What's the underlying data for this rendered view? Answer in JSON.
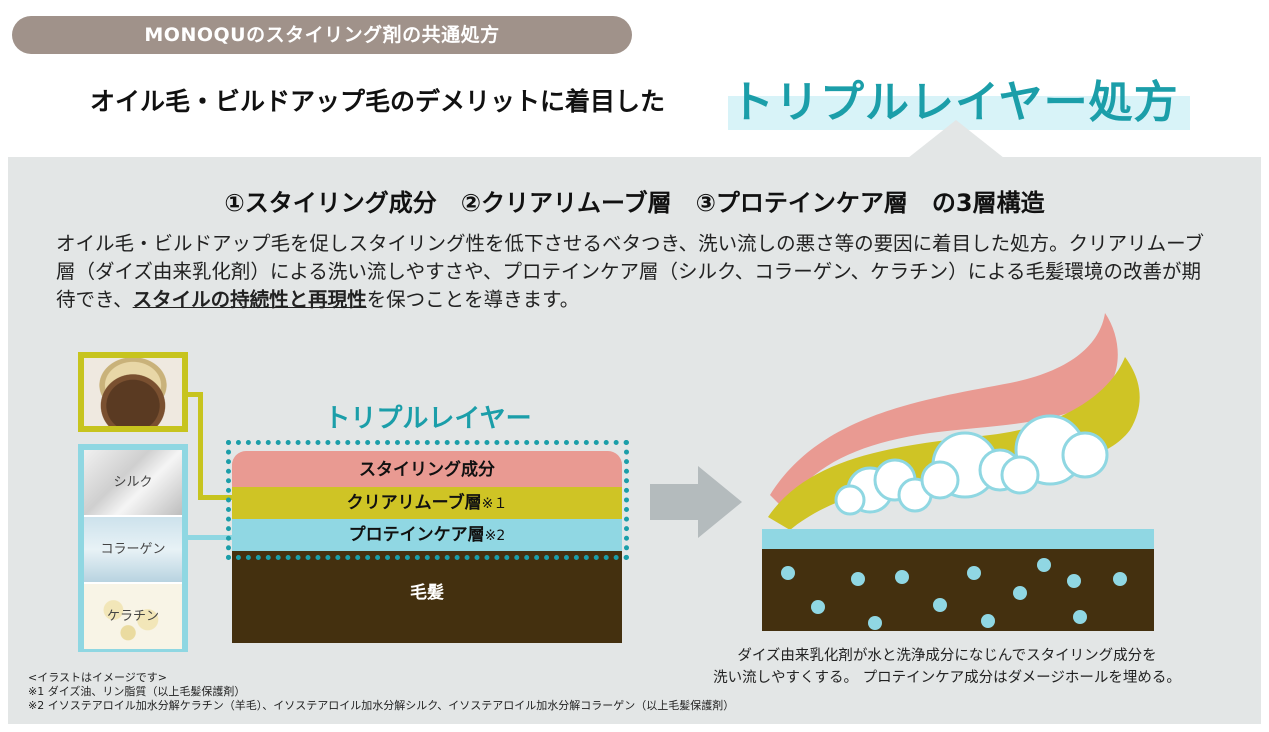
{
  "header": {
    "pill_title": "MONOQUのスタイリング剤の共通処方",
    "headline_prefix": "オイル毛・ビルドアップ毛のデメリットに着目した",
    "headline_highlight": "トリプルレイヤー処方"
  },
  "intro": {
    "layers_heading": "①スタイリング成分　②クリアリムーブ層　③プロテインケア層　の3層構造",
    "description_part1": "オイル毛・ビルドアップ毛を促しスタイリング性を低下させるベタつき、洗い流しの悪さ等の要因に着目した処方。クリアリムーブ層（ダイズ由来乳化剤）による洗い流しやすさや、プロテインケア層（シルク、コラーゲン、ケラチン）による毛髪環境の改善が期待でき、",
    "description_emphasis": "スタイルの持続性と再現性",
    "description_part2": "を保つことを導きます。"
  },
  "ingredients": {
    "silk_label": "シルク",
    "collagen_label": "コラーゲン",
    "keratin_label": "ケラチン"
  },
  "diagram": {
    "title": "トリプルレイヤー",
    "layers": {
      "styling": "スタイリング成分",
      "clear_remove": "クリアリムーブ層",
      "clear_remove_note": "※１",
      "protein_care": "プロテインケア層",
      "protein_care_note": "※2",
      "hair": "毛髪"
    }
  },
  "illustration": {
    "caption_line1": "ダイズ由来乳化剤が水と洗浄成分になじんでスタイリング成分を",
    "caption_line2": "洗い流しやすくする。 プロテインケア成分はダメージホールを埋める。"
  },
  "footnotes": {
    "image_note": "<イラストはイメージです>",
    "note1": "※1 ダイズ油、リン脂質（以上毛髪保護剤）",
    "note2": "※2 イソステアロイル加水分解ケラチン（羊毛）、イソステアロイル加水分解シルク、イソステアロイル加水分解コラーゲン（以上毛髪保護剤）"
  },
  "colors": {
    "accent_teal": "#1b9ea9",
    "pill_brown": "#a0928a",
    "styling_pink": "#e99a92",
    "clear_yellow": "#cfc425",
    "protein_blue": "#90d7e3",
    "hair_brown": "#44300f",
    "panel_gray": "#e3e6e6"
  }
}
